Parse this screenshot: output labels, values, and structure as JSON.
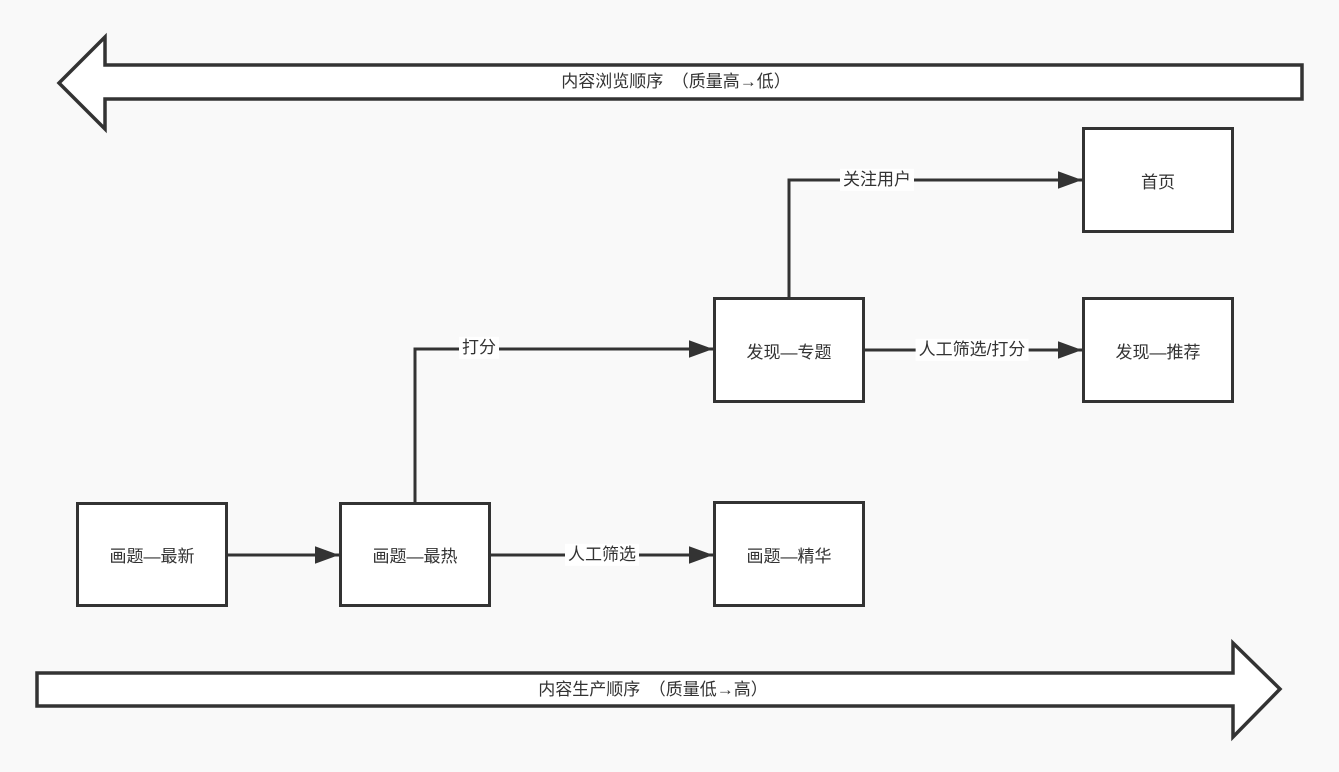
{
  "canvas": {
    "background": "#f9f9f9",
    "line_color": "#333333",
    "shape_fill": "#ffffff",
    "text_color": "#333333"
  },
  "banners": {
    "top": {
      "label": "内容浏览顺序　（质量高→低）",
      "direction": "left"
    },
    "bottom": {
      "label": "内容生产顺序　（质量低→高）",
      "direction": "right"
    }
  },
  "nodes": [
    {
      "label": "画题—最新"
    },
    {
      "label": "画题—最热"
    },
    {
      "label": "画题—精华"
    },
    {
      "label": "发现—专题"
    },
    {
      "label": "发现—推荐"
    },
    {
      "label": "首页"
    }
  ],
  "edges": [
    {
      "from": "画题—最新",
      "to": "画题—最热",
      "label": ""
    },
    {
      "from": "画题—最热",
      "to": "画题—精华",
      "label": "人工筛选"
    },
    {
      "from": "画题—最热",
      "to": "发现—专题",
      "label": "打分"
    },
    {
      "from": "发现—专题",
      "to": "发现—推荐",
      "label": "人工筛选/打分"
    },
    {
      "from": "发现—专题",
      "to": "首页",
      "label": "关注用户"
    }
  ]
}
